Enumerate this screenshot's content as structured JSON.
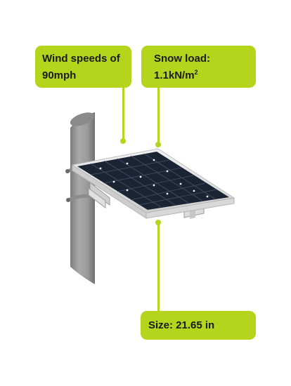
{
  "callouts": {
    "wind": {
      "line1": "Wind speeds of",
      "line2": "90mph"
    },
    "snow": {
      "line1": "Snow load:",
      "line2_value": "1.1kN/m",
      "line2_sup": "2"
    },
    "size": {
      "label": "Size: 21.65 in"
    }
  },
  "colors": {
    "accent": "#b5d41c",
    "pole": "#9e9e9e",
    "panel_cells": "#1b2433",
    "panel_frame": "#e2e2e2"
  },
  "icons": {
    "illustration": "solar-panel-pole-mount"
  }
}
